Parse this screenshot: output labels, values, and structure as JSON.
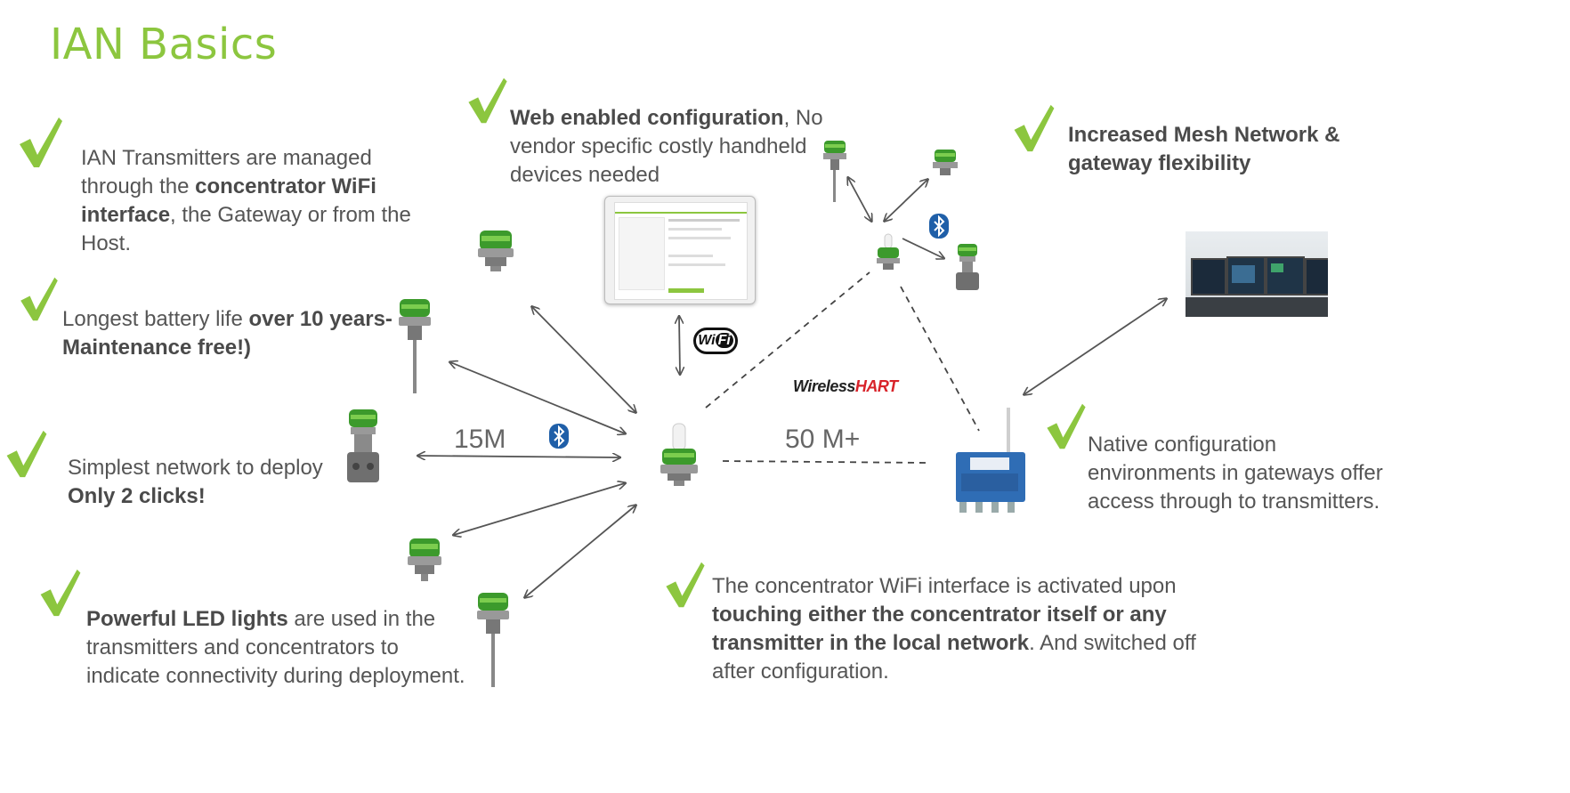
{
  "page": {
    "title": "IAN Basics"
  },
  "callouts": {
    "managed": {
      "t1": "IAN Transmitters are managed through the ",
      "b1": "concentrator WiFi interface",
      "t2": ", the Gateway or from the Host."
    },
    "battery": {
      "t1": "Longest battery life ",
      "b1": "over 10 years- Maintenance free!)"
    },
    "simplest": {
      "t1": "Simplest network to deploy",
      "b1": "Only 2 clicks!"
    },
    "led": {
      "b1": "Powerful LED lights",
      "t1": " are used in the transmitters and concentrators to indicate connectivity during deployment."
    },
    "web": {
      "b1": "Web enabled configuration",
      "t1": ", No vendor specific costly handheld devices needed"
    },
    "mesh": {
      "b1": "Increased Mesh Network & gateway flexibility"
    },
    "native": {
      "t1": "Native configuration environments in gateways offer access through to transmitters."
    },
    "concentrator": {
      "t1": "The concentrator WiFi interface is activated upon ",
      "b1": "touching either the concentrator itself or any transmitter in the local network",
      "t2": ". And switched off after configuration."
    }
  },
  "labels": {
    "dist_local": "15M",
    "dist_wireless": "50 M+",
    "wirelesshart_a": "Wireless",
    "wirelesshart_b": "HART",
    "wifi_a": "Wi",
    "wifi_b": "Fi"
  },
  "colors": {
    "accent": "#8cc63f",
    "bluetooth": "#1f5fa8",
    "gateway": "#2f6db5",
    "arrow": "#555555"
  },
  "icons": [
    "check-icon",
    "bluetooth-icon",
    "wifi-logo-icon"
  ]
}
